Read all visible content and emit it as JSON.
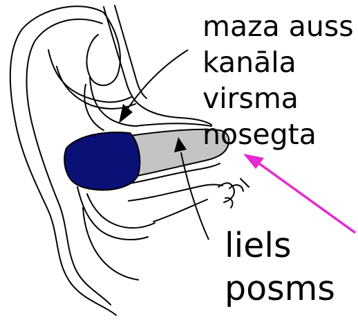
{
  "labels": {
    "top": [
      "maza auss",
      "kanāla",
      "virsma",
      "nosegta"
    ],
    "bottom": [
      "liels",
      "posms"
    ]
  },
  "colors": {
    "earplug": "#0a1075",
    "canal_insert": "#c4c4c4",
    "pointer_arrow": "#e52ad0",
    "outline": "#000000"
  }
}
